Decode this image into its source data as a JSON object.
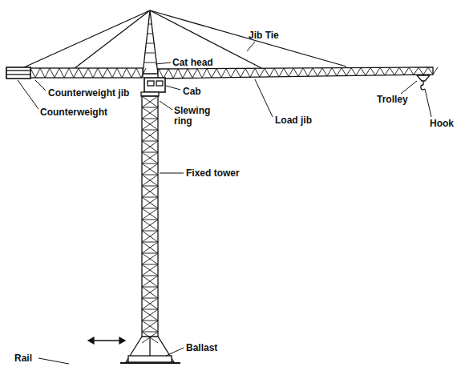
{
  "diagram": {
    "labels": [
      "Jib Tie",
      "Cat head",
      "Counterweight jib",
      "Cab",
      "Counterweight",
      "Slewing ring",
      "Load jib",
      "Trolley",
      "Hook",
      "Fixed tower",
      "Ballast",
      "Rail"
    ]
  }
}
